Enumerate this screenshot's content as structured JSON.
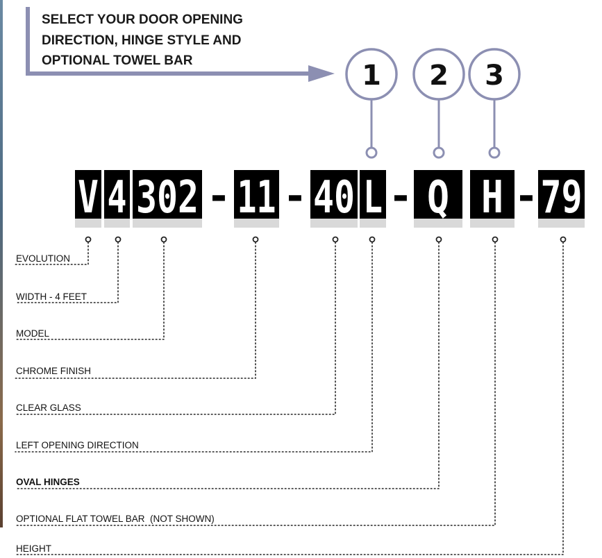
{
  "heading": {
    "line1": "SELECT YOUR DOOR OPENING",
    "line2": "DIRECTION, HINGE STYLE AND",
    "line3": "OPTIONAL TOWEL BAR"
  },
  "options": [
    {
      "number": "1",
      "target": "L"
    },
    {
      "number": "2",
      "target": "Q"
    },
    {
      "number": "3",
      "target": "H"
    }
  ],
  "code_segments": [
    "V",
    "4",
    "302",
    "-",
    "11",
    "-",
    "40",
    "L",
    "-",
    "Q",
    "H",
    "-",
    "79"
  ],
  "legend": [
    {
      "label": "EVOLUTION",
      "segment": "V"
    },
    {
      "label": "WIDTH - 4 FEET",
      "segment": "4"
    },
    {
      "label": "MODEL",
      "segment": "302"
    },
    {
      "label": "CHROME FINISH",
      "segment": "11"
    },
    {
      "label": "CLEAR GLASS",
      "segment": "40"
    },
    {
      "label": "LEFT OPENING DIRECTION",
      "segment": "L"
    },
    {
      "label": "OVAL HINGES",
      "segment": "Q",
      "bold": true
    },
    {
      "label": "OPTIONAL FLAT TOWEL BAR  (NOT SHOWN)",
      "segment": "H"
    },
    {
      "label": "HEIGHT",
      "segment": "79"
    }
  ],
  "colors": {
    "accent": "#8c8fb2",
    "box": "#000000",
    "box_shadow": "#d9d9d9",
    "text": "#111111"
  }
}
